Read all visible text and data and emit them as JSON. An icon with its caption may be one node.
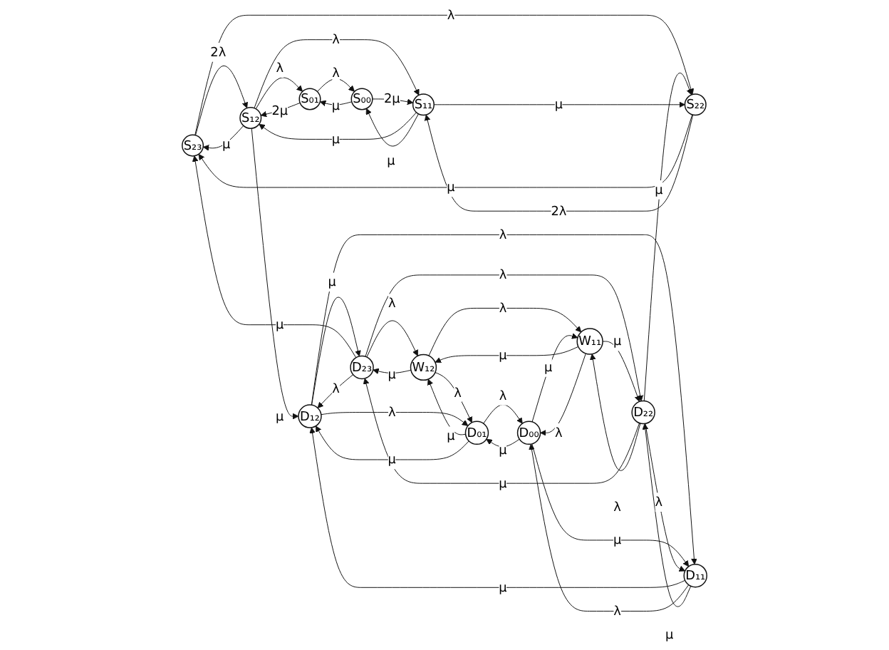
{
  "diagram": {
    "nodes": [
      {
        "text": [
          "S₂₃"
        ]
      },
      {
        "text": [
          "S₁₂"
        ]
      },
      {
        "text": [
          "S₀₁"
        ]
      },
      {
        "text": [
          "D₂₃"
        ]
      },
      {
        "text": [
          "D₁₂"
        ]
      },
      {
        "text": [
          "W₁₂"
        ]
      },
      {
        "text": [
          "D₀₁"
        ]
      },
      {
        "text": [
          "W₁₁"
        ]
      },
      {
        "text": [
          "D₀₀"
        ]
      },
      {
        "text": [
          "D₂₂"
        ]
      },
      {
        "text": [
          "D₁₁"
        ]
      },
      {
        "text": [
          "S₂₂"
        ]
      },
      {
        "text": [
          "S₁₁"
        ]
      },
      {
        "text": [
          "S₀₀"
        ]
      }
    ],
    "edges": [
      {
        "from": 0,
        "to": 1,
        "arrow": "to",
        "label": "2λ"
      },
      {
        "from": 1,
        "to": 0,
        "arrow": "to",
        "label": "μ"
      },
      {
        "from": 1,
        "to": 2,
        "arrow": "to",
        "label": "λ"
      },
      {
        "from": 2,
        "to": 1,
        "arrow": "to",
        "label": "2μ"
      },
      {
        "from": 3,
        "to": 0,
        "arrow": "to",
        "label": "μ"
      },
      {
        "from": 1,
        "to": 4,
        "arrow": "to",
        "label": "μ"
      },
      {
        "from": 4,
        "to": 3,
        "arrow": "to",
        "label": "μ"
      },
      {
        "from": 3,
        "to": 4,
        "arrow": "to",
        "label": "λ"
      },
      {
        "from": 3,
        "to": 5,
        "arrow": "to",
        "label": "λ"
      },
      {
        "from": 5,
        "to": 3,
        "arrow": "to",
        "label": "μ"
      },
      {
        "from": 5,
        "to": 6,
        "arrow": "to",
        "label": "λ"
      },
      {
        "from": 6,
        "to": 5,
        "arrow": "to",
        "label": "μ"
      },
      {
        "from": 6,
        "to": 4,
        "arrow": "to",
        "label": "μ"
      },
      {
        "from": 4,
        "to": 6,
        "arrow": "to",
        "label": "λ"
      },
      {
        "from": 0,
        "to": 11,
        "arrow": "to",
        "label": "λ"
      },
      {
        "from": 11,
        "to": 0,
        "arrow": "to",
        "label": "μ"
      },
      {
        "from": 3,
        "to": 9,
        "arrow": "to",
        "label": "λ"
      },
      {
        "from": 9,
        "to": 3,
        "arrow": "to",
        "label": "μ"
      },
      {
        "from": 5,
        "to": 7,
        "arrow": "to",
        "label": "λ"
      },
      {
        "from": 7,
        "to": 5,
        "arrow": "to",
        "label": "μ"
      },
      {
        "from": 6,
        "to": 8,
        "arrow": "to",
        "label": "λ"
      },
      {
        "from": 8,
        "to": 6,
        "arrow": "to",
        "label": "μ"
      },
      {
        "from": 4,
        "to": 10,
        "arrow": "to",
        "label": "λ"
      },
      {
        "from": 10,
        "to": 4,
        "arrow": "to",
        "label": "μ"
      },
      {
        "from": 1,
        "to": 12,
        "arrow": "to",
        "label": "λ"
      },
      {
        "from": 12,
        "to": 1,
        "arrow": "to",
        "label": "μ"
      },
      {
        "from": 2,
        "to": 13,
        "arrow": "to",
        "label": "λ"
      },
      {
        "from": 13,
        "to": 2,
        "arrow": "to",
        "label": "μ"
      },
      {
        "from": 7,
        "to": 8,
        "arrow": "to",
        "label": "λ"
      },
      {
        "from": 8,
        "to": 7,
        "arrow": "to",
        "label": "μ"
      },
      {
        "from": 7,
        "to": 9,
        "arrow": "to",
        "label": "μ"
      },
      {
        "from": 9,
        "to": 7,
        "arrow": "to",
        "label": "λ"
      },
      {
        "from": 8,
        "to": 10,
        "arrow": "to",
        "label": "μ"
      },
      {
        "from": 10,
        "to": 8,
        "arrow": "to",
        "label": "λ"
      },
      {
        "from": 10,
        "to": 9,
        "arrow": "to",
        "label": "μ"
      },
      {
        "from": 9,
        "to": 10,
        "arrow": "to",
        "label": "λ"
      },
      {
        "from": 9,
        "to": 11,
        "arrow": "to",
        "label": "μ"
      },
      {
        "from": 11,
        "to": 12,
        "arrow": "to",
        "label": "2λ"
      },
      {
        "from": 12,
        "to": 11,
        "arrow": "to",
        "label": "μ"
      },
      {
        "from": 12,
        "to": 13,
        "arrow": "to",
        "label": "μ"
      },
      {
        "from": 13,
        "to": 12,
        "arrow": "to",
        "label": "2μ"
      }
    ]
  }
}
